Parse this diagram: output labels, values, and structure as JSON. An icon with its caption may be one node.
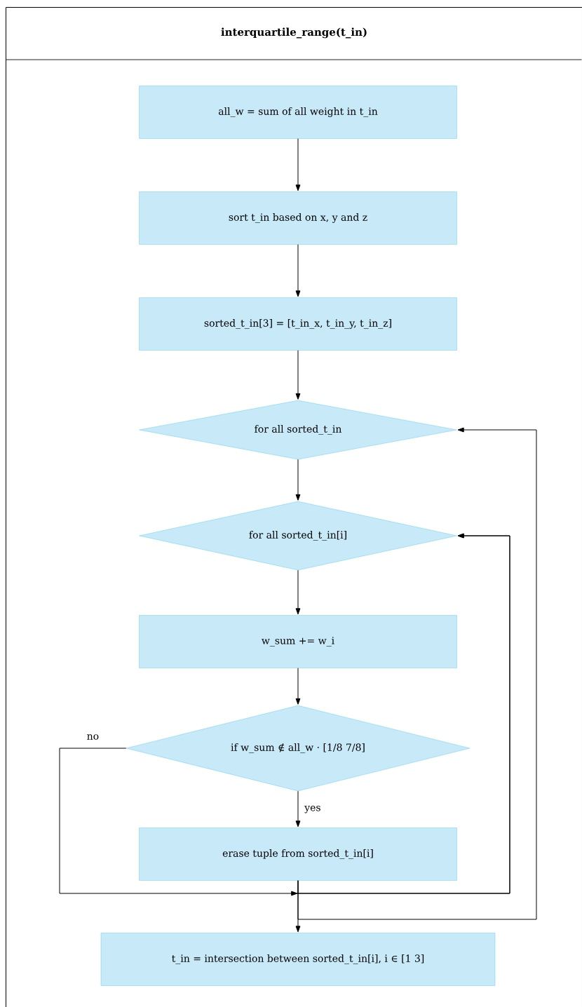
{
  "diagram": {
    "nodes": [
      {
        "text": [
          "interquartile_range(t_in)"
        ]
      },
      {
        "text": [
          "all_w = sum of all weight in t_in"
        ],
        "in": 0
      },
      {
        "text": [
          "sort t_in based on x, y and z"
        ],
        "in": 0
      },
      {
        "text": [
          "sorted_t_in[3] = [t_in_x, t_in_y, t_in_z]"
        ],
        "in": 0
      },
      {
        "text": [
          "for all sorted_t_in"
        ],
        "in": 0
      },
      {
        "text": [
          "for all sorted_t_in[i]"
        ],
        "in": 0
      },
      {
        "text": [
          "w_sum += w_i"
        ],
        "in": 0
      },
      {
        "text": [
          "if w_sum ∉ all_w · [1/8  7/8]"
        ],
        "in": 0
      },
      {
        "text": [
          "erase tuple from sorted_t_in[i]"
        ],
        "in": 0
      },
      {
        "text": [
          "t_in = intersection between sorted_t_in[i], i ∈ [1 3]"
        ],
        "in": 0
      }
    ],
    "edges": [
      {
        "from": 1,
        "to": 2,
        "arrow": "to"
      },
      {
        "from": 2,
        "to": 3,
        "arrow": "to"
      },
      {
        "from": 3,
        "to": 4,
        "arrow": "to"
      },
      {
        "from": 4,
        "to": 5,
        "arrow": "to"
      },
      {
        "from": 5,
        "to": 6,
        "arrow": "to"
      },
      {
        "from": 6,
        "to": 7,
        "arrow": "to"
      },
      {
        "from": 7,
        "to": 8,
        "label": "yes",
        "arrow": "to"
      },
      {
        "from": 7,
        "to": 5,
        "label": "no",
        "arrow": "to"
      },
      {
        "from": 8,
        "to": 5,
        "arrow": "to"
      },
      {
        "from": 8,
        "to": 4,
        "arrow": "to"
      },
      {
        "from": 8,
        "to": 9,
        "arrow": "to"
      }
    ]
  }
}
